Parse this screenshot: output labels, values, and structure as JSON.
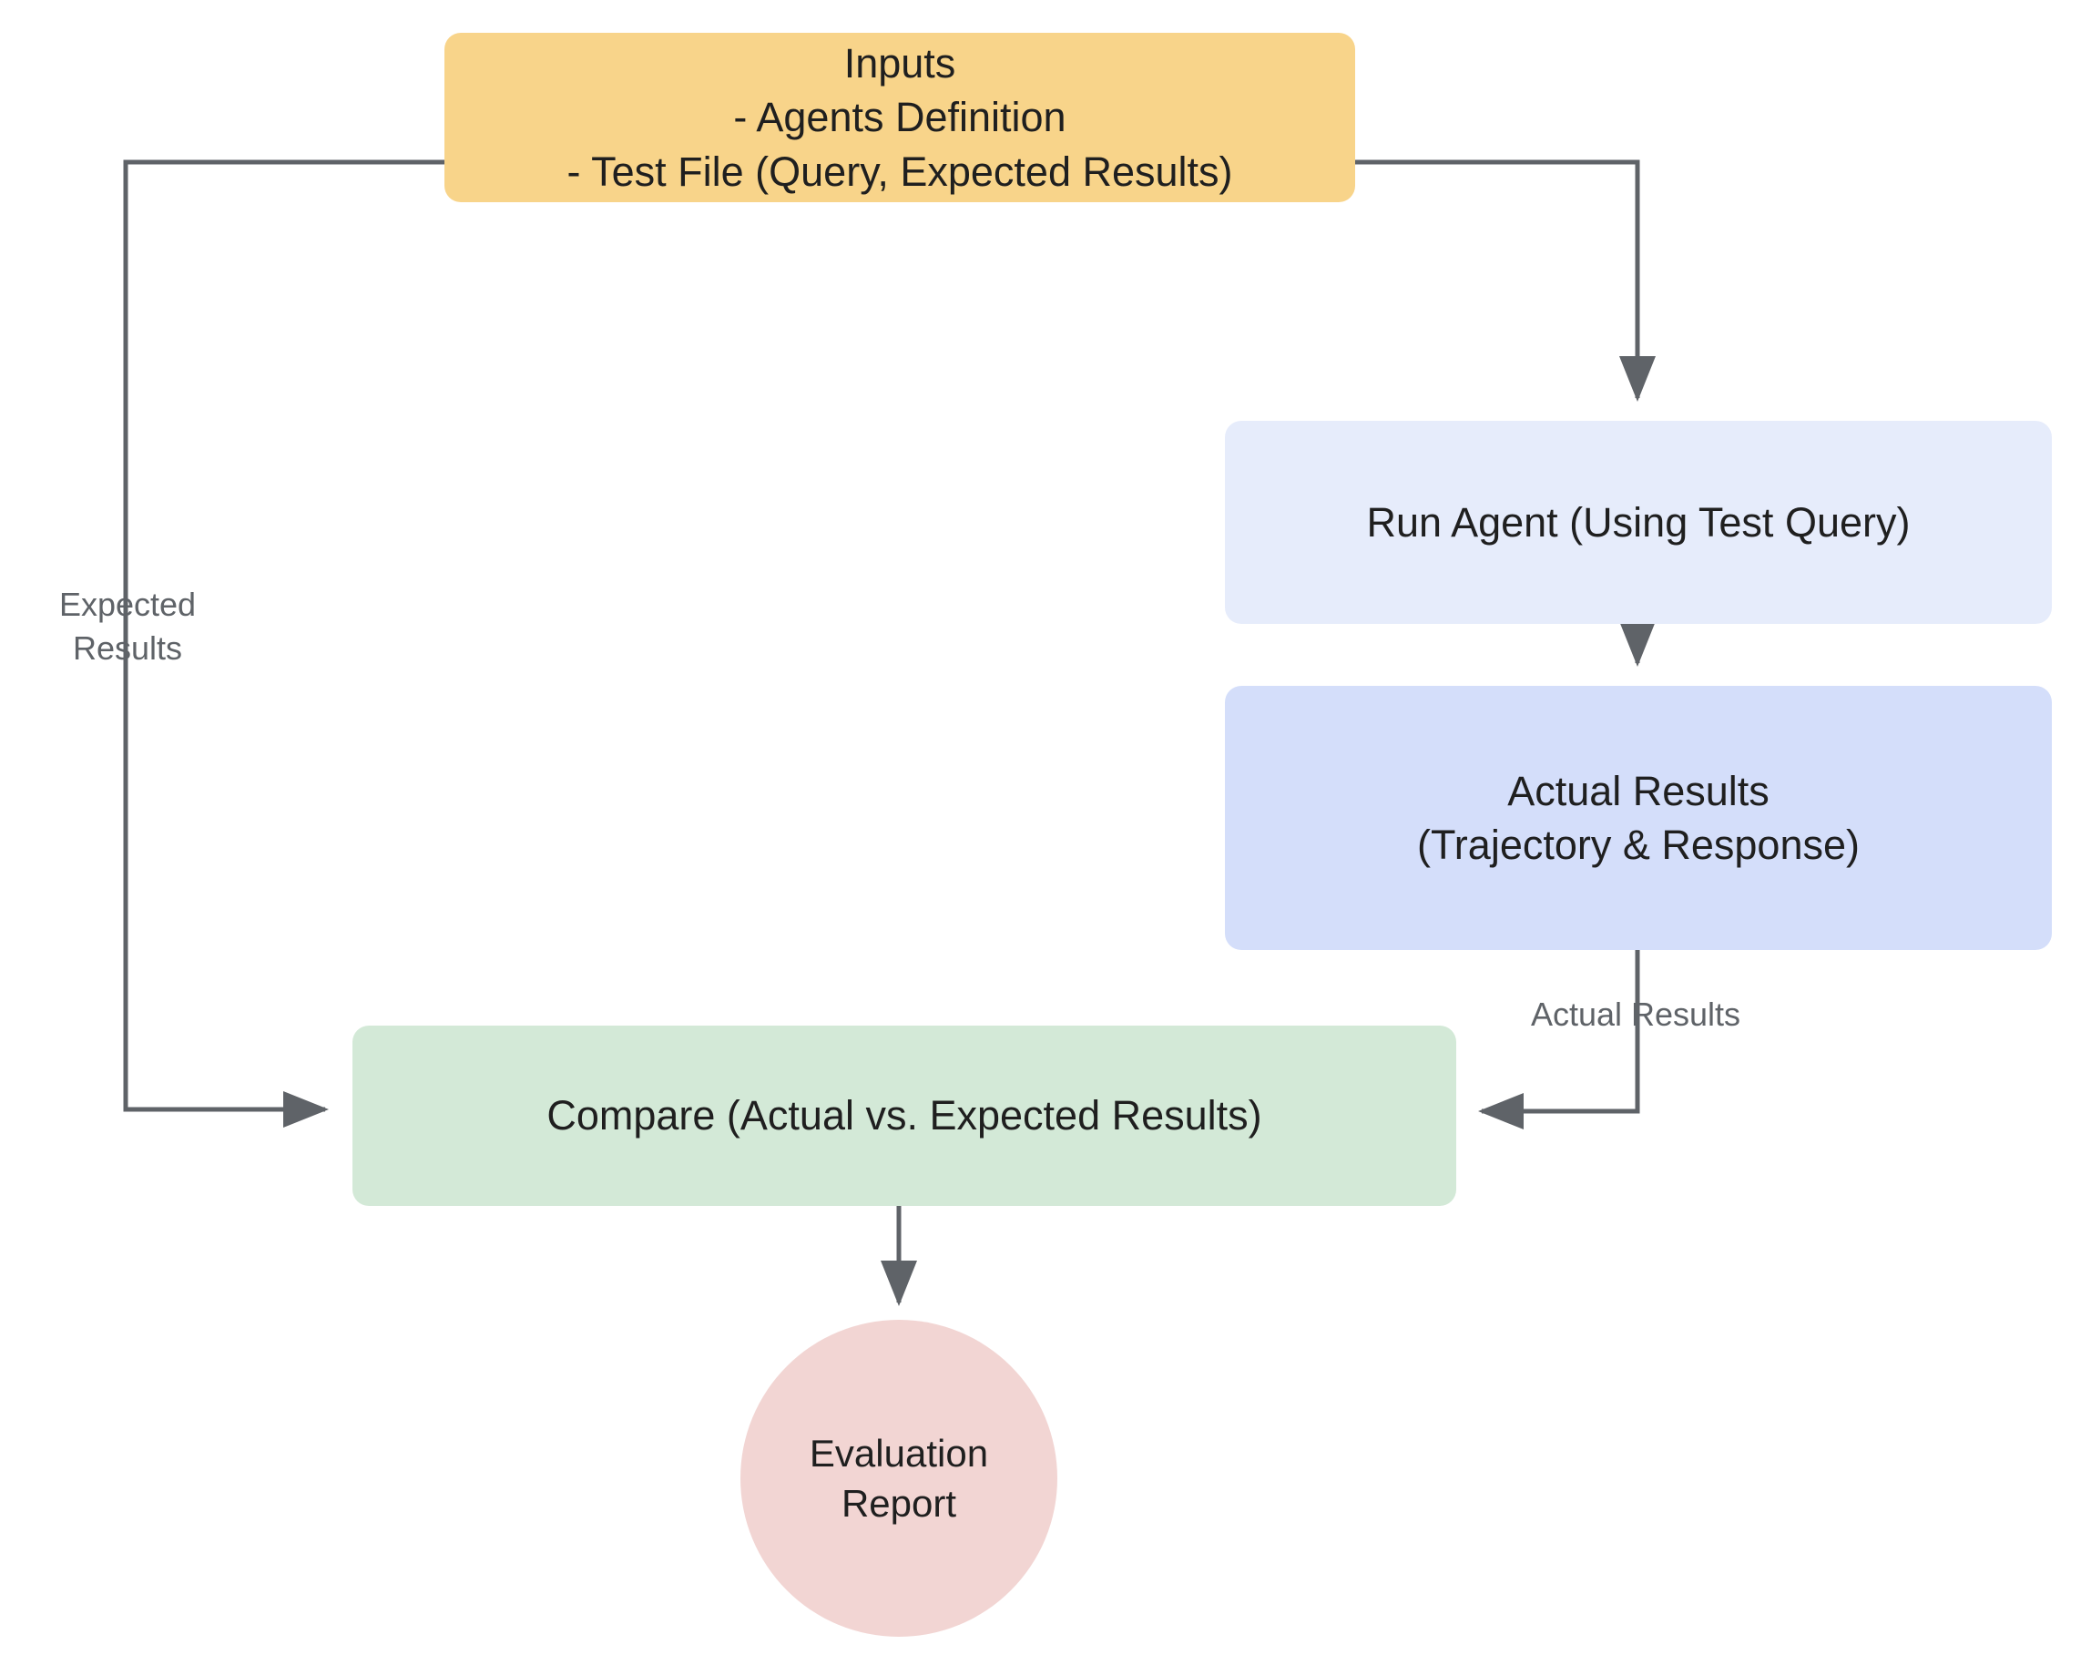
{
  "diagram": {
    "title": "Agent Evaluation Flow",
    "background_color": "#ffffff",
    "edge_color": "#5f6368",
    "nodes": [
      {
        "id": "inputs",
        "label": "Inputs\n- Agents Definition\n- Test File (Query, Expected Results)",
        "shape": "rounded-rect",
        "color": "#f8d48a"
      },
      {
        "id": "run_agent",
        "label": "Run Agent (Using Test Query)",
        "shape": "rounded-rect",
        "color": "#e6ecfb"
      },
      {
        "id": "actual_results",
        "label": "Actual Results\n(Trajectory & Response)",
        "shape": "rounded-rect",
        "color": "#d4defa"
      },
      {
        "id": "compare",
        "label": "Compare (Actual vs. Expected Results)",
        "shape": "rounded-rect",
        "color": "#d3e9d7"
      },
      {
        "id": "evaluation_report",
        "label": "Evaluation\nReport",
        "shape": "circle",
        "color": "#f2d5d3"
      }
    ],
    "edges": [
      {
        "id": "inputs_to_compare",
        "from": "inputs",
        "to": "compare",
        "label": "Expected\nResults"
      },
      {
        "id": "inputs_to_run_agent",
        "from": "inputs",
        "to": "run_agent",
        "label": ""
      },
      {
        "id": "run_agent_to_actual_results",
        "from": "run_agent",
        "to": "actual_results",
        "label": ""
      },
      {
        "id": "actual_results_to_compare",
        "from": "actual_results",
        "to": "compare",
        "label": "Actual Results"
      },
      {
        "id": "compare_to_evaluation_report",
        "from": "compare",
        "to": "evaluation_report",
        "label": ""
      }
    ]
  }
}
